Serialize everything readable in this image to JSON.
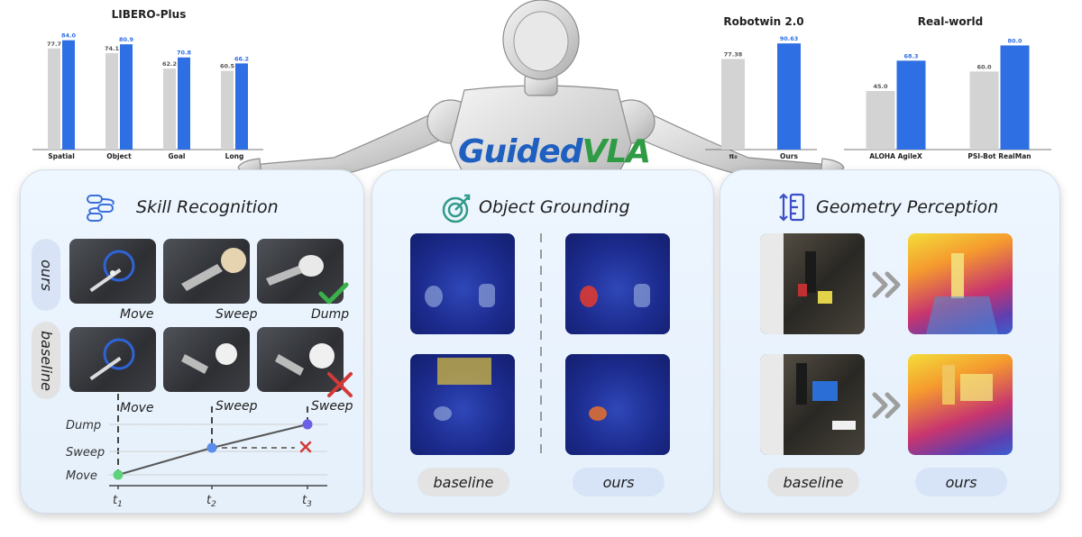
{
  "colors": {
    "baseline_bar": "#d3d3d3",
    "ours_bar": "#2f6fe4",
    "ours_label": "#2f6fe4",
    "check": "#3cb04a",
    "cross": "#d23a3a",
    "dot_move": "#5fd17a",
    "dot_sweep": "#5b8ee8",
    "dot_dump": "#6b5fe6",
    "logo_blue": "#1f5fbf",
    "logo_green": "#2f9b45"
  },
  "logo": {
    "part1": "Guided",
    "part2": "VLA"
  },
  "chart_data": [
    {
      "type": "bar",
      "title": "LIBERO-Plus",
      "categories": [
        "Spatial",
        "Object",
        "Goal",
        "Long"
      ],
      "series": [
        {
          "values": [
            77.7,
            74.1,
            62.2,
            60.5
          ]
        },
        {
          "values": [
            84.0,
            80.9,
            70.8,
            66.2
          ]
        }
      ],
      "ylim": [
        0,
        90
      ]
    },
    {
      "type": "bar",
      "title": "Robotwin 2.0",
      "categories": [
        "π₀",
        "Ours"
      ],
      "series": [
        {
          "values": [
            77.38,
            null
          ]
        },
        {
          "values": [
            null,
            90.63
          ]
        }
      ],
      "ylim": [
        0,
        100
      ]
    },
    {
      "type": "bar",
      "title": "Real-world",
      "categories": [
        "ALOHA AgileX",
        "PSI-Bot RealMan"
      ],
      "series": [
        {
          "values": [
            45.0,
            60.0
          ]
        },
        {
          "values": [
            68.3,
            80.0
          ]
        }
      ],
      "ylim": [
        0,
        90
      ]
    }
  ],
  "panels": {
    "skill": {
      "title": "Skill Recognition",
      "icon": "flow-chart-icon",
      "row_labels": [
        "ours",
        "baseline"
      ],
      "ours_captions": [
        "Move",
        "Sweep",
        "Dump"
      ],
      "baseline_captions": [
        "Move",
        "Sweep",
        "Sweep"
      ],
      "timeline": {
        "ylabels": [
          "Dump",
          "Sweep",
          "Move"
        ],
        "tick_base": "t",
        "tick_subs": [
          "1",
          "2",
          "3"
        ]
      }
    },
    "grounding": {
      "title": "Object Grounding",
      "icon": "target-arrow-icon",
      "labels": [
        "baseline",
        "ours"
      ]
    },
    "geometry": {
      "title": "Geometry Perception",
      "icon": "ruler-icon",
      "labels": [
        "baseline",
        "ours"
      ]
    }
  }
}
